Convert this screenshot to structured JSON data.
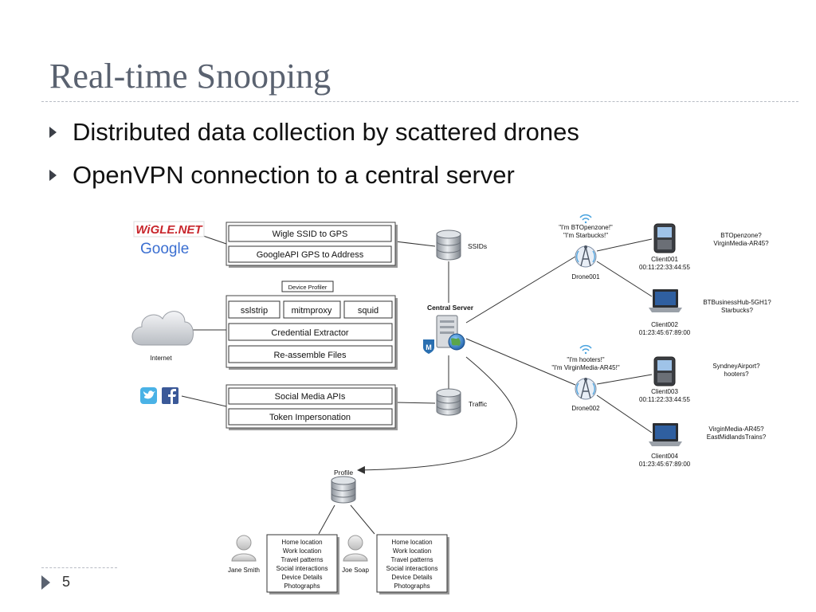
{
  "title": "Real-time Snooping",
  "bullets": [
    "Distributed data collection by scattered drones",
    "OpenVPN connection to a central server"
  ],
  "page_number": "5",
  "diagram": {
    "logos": {
      "wigle": "WiGLE.NET",
      "google": "Google"
    },
    "geo_group": [
      "Wigle SSID to GPS",
      "GoogleAPI GPS to Address"
    ],
    "device_profiler_tag": "Device Profiler",
    "tools": [
      "sslstrip",
      "mitmproxy",
      "squid"
    ],
    "processing_group": [
      "Credential Extractor",
      "Re-assemble Files"
    ],
    "internet_label": "Internet",
    "social_group": [
      "Social Media APIs",
      "Token Impersonation"
    ],
    "ssids_db_label": "SSIDs",
    "traffic_db_label": "Traffic",
    "central_server_label": "Central Server",
    "profile_db_label": "Profile",
    "drone1": {
      "label": "Drone001",
      "quote1": "\"I'm BTOpenzone!\"",
      "quote2": "\"I'm Starbucks!\""
    },
    "drone2": {
      "label": "Drone002",
      "quote1": "\"I'm hooters!\"",
      "quote2": "\"I'm VirginMedia-AR45!\""
    },
    "clients": [
      {
        "name": "Client001",
        "mac": "00:11:22:33:44:55",
        "probe1": "BTOpenzone?",
        "probe2": "VirginMedia-AR45?"
      },
      {
        "name": "Client002",
        "mac": "01:23:45:67:89:00",
        "probe1": "BTBusinessHub-5GH1?",
        "probe2": "Starbucks?"
      },
      {
        "name": "Client003",
        "mac": "00:11:22:33:44:55",
        "probe1": "SyndneyAirport?",
        "probe2": "hooters?"
      },
      {
        "name": "Client004",
        "mac": "01:23:45:67:89:00",
        "probe1": "VirginMedia-AR45?",
        "probe2": "EastMidlandsTrains?"
      }
    ],
    "people": [
      {
        "name": "Jane Smith"
      },
      {
        "name": "Joe Soap"
      }
    ],
    "profile_fields": [
      "Home location",
      "Work location",
      "Travel patterns",
      "Social interactions",
      "Device Details",
      "Photographs"
    ],
    "colors": {
      "wigle_red": "#c8262c",
      "google_blue": "#3b6fd1",
      "twitter_blue": "#4ab2e6",
      "facebook_blue": "#3b5998",
      "box_border": "#555555",
      "arrow": "#333333"
    },
    "icons": [
      "cloud-icon",
      "twitter-icon",
      "facebook-icon",
      "database-icon",
      "server-icon",
      "globe-icon",
      "antenna-icon",
      "wifi-icon",
      "phone-icon",
      "laptop-icon",
      "person-icon"
    ]
  }
}
